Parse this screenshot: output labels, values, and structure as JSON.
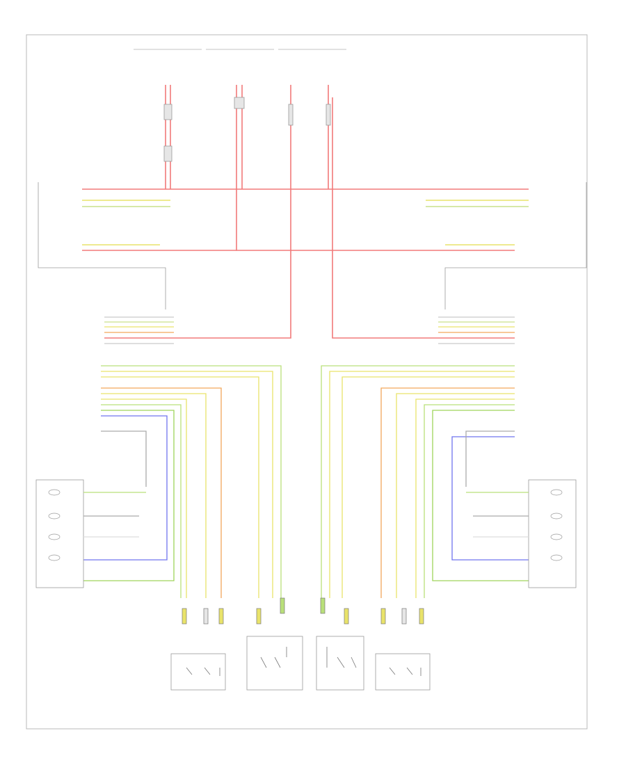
{
  "diagram": {
    "page_code": "",
    "colors": {
      "red": "#f27a7a",
      "yellow": "#e9e36a",
      "green": "#9fd45a",
      "orange": "#f2a65a",
      "blue": "#6f74ef",
      "gray": "#c9c9c9",
      "black": "#666666"
    },
    "top_fuses": [
      {
        "name": "fuse-1",
        "label": ""
      },
      {
        "name": "fuse-2",
        "label": ""
      },
      {
        "name": "fuse-3",
        "label": ""
      },
      {
        "name": "fuse-4",
        "label": ""
      }
    ],
    "components": {
      "driver_module": "",
      "passenger_module": "",
      "driver_switch": "",
      "passenger_switch": "",
      "driver_lumbar": "",
      "passenger_lumbar": "",
      "pressure_sensor_left": "",
      "pressure_sensor_mid_left": "",
      "pressure_sensor_mid_right": "",
      "pressure_sensor_right": ""
    }
  }
}
